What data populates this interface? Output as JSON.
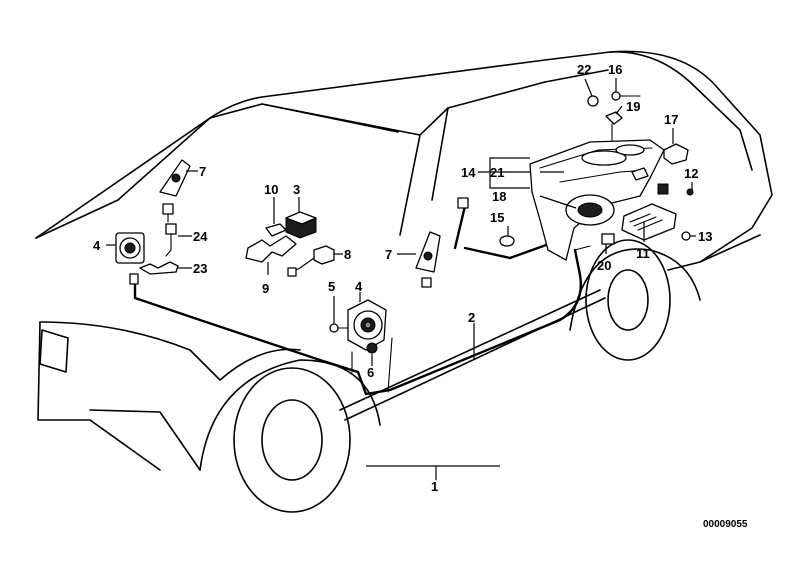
{
  "diagram": {
    "callouts": {
      "c1": "1",
      "c2": "2",
      "c3": "3",
      "c4a": "4",
      "c4b": "4",
      "c5": "5",
      "c6": "6",
      "c7a": "7",
      "c7b": "7",
      "c8": "8",
      "c9": "9",
      "c10": "10",
      "c11": "11",
      "c12": "12",
      "c13": "13",
      "c14": "14",
      "c15": "15",
      "c16": "16",
      "c17": "17",
      "c18": "18",
      "c19": "19",
      "c20": "20",
      "c21": "21",
      "c22": "22",
      "c23": "23",
      "c24": "24"
    },
    "document_number": "00009055"
  }
}
